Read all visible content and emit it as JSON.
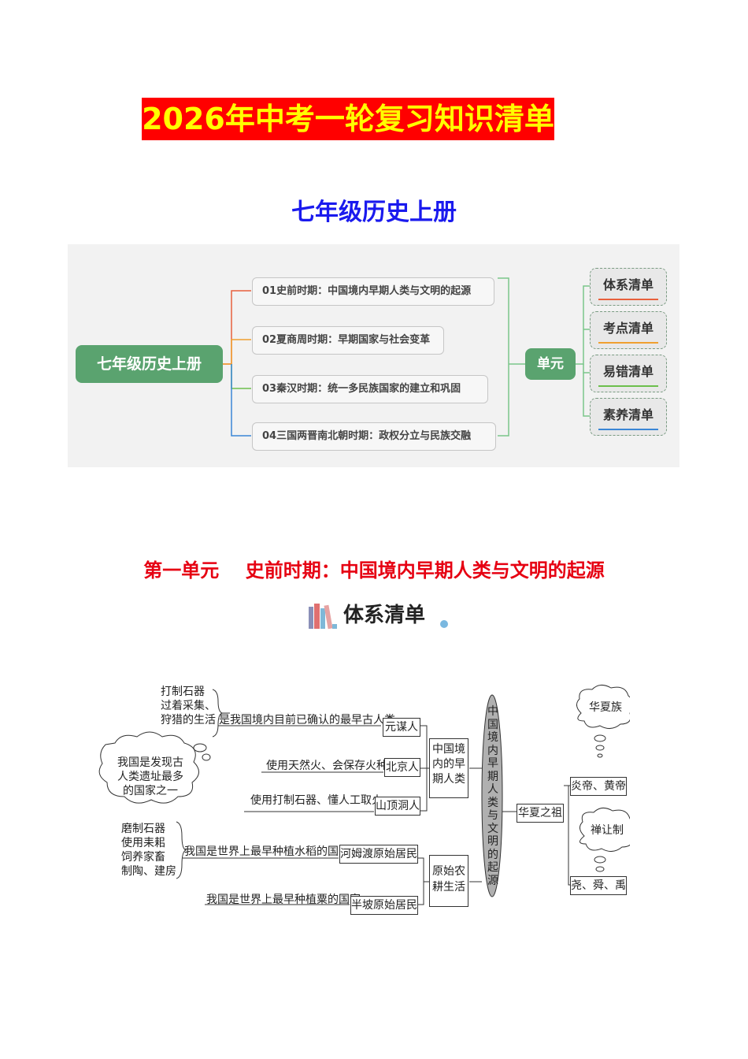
{
  "header": {
    "main_title": "2026年中考一轮复习知识清单",
    "sub_title": "七年级历史上册"
  },
  "overview": {
    "root": "七年级历史上册",
    "units": [
      "01史前时期：中国境内早期人类与文明的起源",
      "02夏商周时期：早期国家与社会变革",
      "03秦汉时期：统一多民族国家的建立和巩固",
      "04三国两晋南北朝时期：政权分立与民族交融"
    ],
    "center": "单元",
    "lists": [
      "体系清单",
      "考点清单",
      "易错清单",
      "素养清单"
    ],
    "colors": {
      "root_bg": "#5aa36f",
      "branch1": "#e8603c",
      "branch2": "#f0a030",
      "branch3": "#6cbf4c",
      "branch4": "#3a86d6"
    }
  },
  "unit1": {
    "heading": "第一单元    史前时期：中国境内早期人类与文明的起源",
    "system_label": "体系清单",
    "mindmap": {
      "center": "中国境内早期人类与文明的起源",
      "early_humans": "中国境内的早期人类",
      "agri": "原始农耕生活",
      "ancestor": "华夏之祖",
      "yuanmou_note": [
        "打制石器",
        "过着采集、",
        "狩猎的生活"
      ],
      "yuanmou_desc": "是我国境内目前已确认的最早古人类",
      "yuanmou": "元谋人",
      "cloud_left": [
        "我国是发现古",
        "人类遗址最多",
        "的国家之一"
      ],
      "beijing_desc": "使用天然火、会保存火种",
      "beijing": "北京人",
      "shanding_desc": "使用打制石器、懂人工取火",
      "shanding": "山顶洞人",
      "agri_note": [
        "磨制石器",
        "使用耒耜",
        "饲养家畜",
        "制陶、建房"
      ],
      "hemudu_desc": "我国是世界上最早种植水稻的国家",
      "hemudu": "河姆渡原始居民",
      "banpo_desc": "我国是世界上最早种植粟的国家",
      "banpo": "半坡原始居民",
      "huaxia_cloud": "华夏族",
      "yanhuang": "炎帝、黄帝",
      "shanrang_cloud": "禅让制",
      "yaoshunyu": "尧、舜、禹"
    }
  }
}
